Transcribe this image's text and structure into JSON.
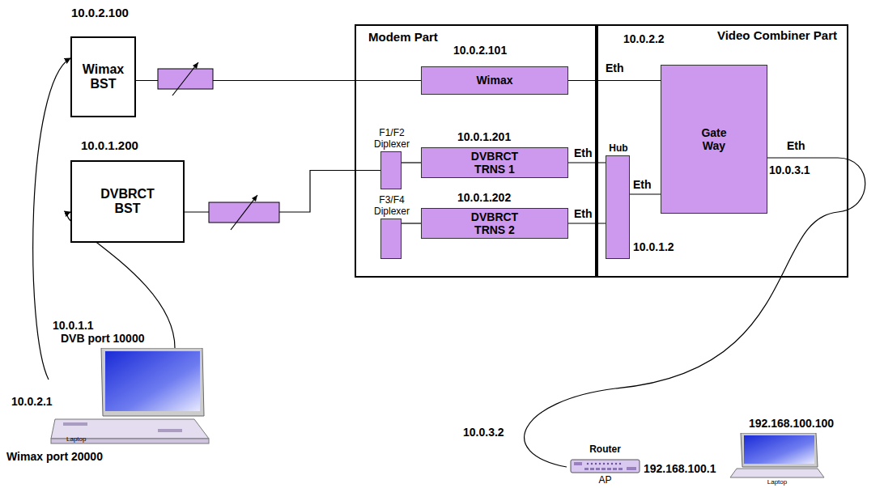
{
  "diagram": {
    "nodes": [
      {
        "text": [
          "Wimax BST"
        ]
      },
      {
        "text": [
          "DVBRCT BST"
        ]
      },
      {
        "text": [
          "Modem Part"
        ]
      },
      {
        "text": [
          "Wimax"
        ],
        "in": 2
      },
      {
        "text": [
          "F1/F2 Diplexer"
        ],
        "in": 2
      },
      {
        "text": [
          "DVBRCT TRNS 1"
        ],
        "in": 2
      },
      {
        "text": [
          "F3/F4 Diplexer"
        ],
        "in": 2
      },
      {
        "text": [
          "DVBRCT TRNS 2"
        ],
        "in": 2
      },
      {
        "text": [
          "Video Combiner Part"
        ]
      },
      {
        "text": [
          "Hub"
        ],
        "in": 8
      },
      {
        "text": [
          "Gate Way"
        ],
        "in": 8
      },
      {
        "text": [
          "Router",
          "AP"
        ]
      },
      {
        "text": [
          "Laptop"
        ]
      },
      {
        "text": [
          "Laptop"
        ]
      }
    ],
    "edges": [
      {
        "from": 12,
        "to": 0,
        "arrow": "to"
      },
      {
        "from": 12,
        "to": 1,
        "arrow": "to"
      },
      {
        "from": 0,
        "to": 3,
        "arrow": "none"
      },
      {
        "from": 1,
        "to": 4,
        "arrow": "none"
      },
      {
        "from": 4,
        "to": 5,
        "arrow": "none"
      },
      {
        "from": 6,
        "to": 7,
        "arrow": "none"
      },
      {
        "from": 3,
        "to": 10,
        "arrow": "none"
      },
      {
        "from": 5,
        "to": 9,
        "arrow": "none"
      },
      {
        "from": 7,
        "to": 9,
        "arrow": "none"
      },
      {
        "from": 9,
        "to": 10,
        "arrow": "none"
      },
      {
        "from": 10,
        "to": 11,
        "arrow": "none"
      }
    ],
    "labels": [
      "10.0.2.100",
      "10.0.1.200",
      "10.0.2.101",
      "10.0.2.2",
      "Eth",
      "10.0.1.201",
      "Eth",
      "10.0.1.202",
      "Eth",
      "Eth",
      "10.0.1.2",
      "Eth",
      "10.0.3.1",
      "10.0.1.1",
      "DVB port 10000",
      "10.0.2.1",
      "Wimax port 20000",
      "10.0.3.2",
      "192.168.100.1",
      "192.168.100.100"
    ]
  }
}
